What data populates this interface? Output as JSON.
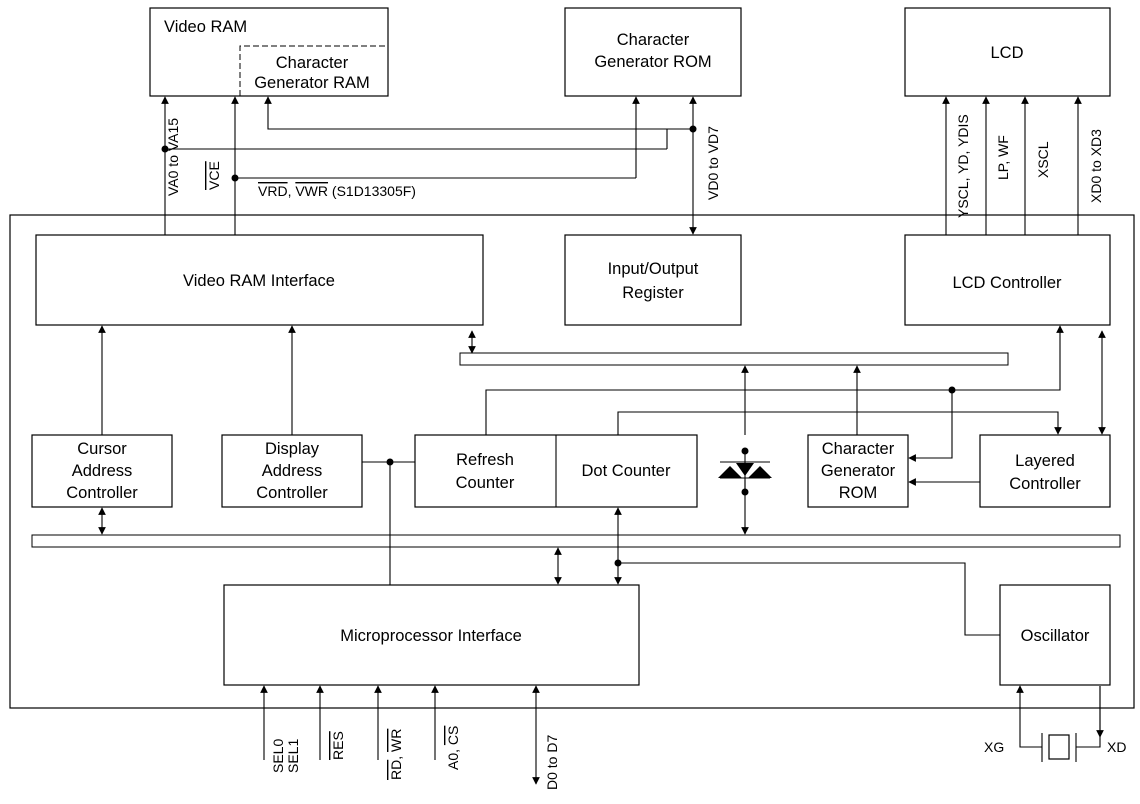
{
  "blocks": {
    "video_ram": "Video RAM",
    "cg_ram": [
      "Character",
      "Generator RAM"
    ],
    "cg_rom_ext": [
      "Character",
      "Generator ROM"
    ],
    "lcd": "LCD",
    "vram_interface": "Video RAM Interface",
    "io_register": [
      "Input/Output",
      "Register"
    ],
    "lcd_controller": "LCD Controller",
    "cursor_addr": [
      "Cursor",
      "Address",
      "Controller"
    ],
    "display_addr": [
      "Display",
      "Address",
      "Controller"
    ],
    "refresh_counter": [
      "Refresh",
      "Counter"
    ],
    "dot_counter": "Dot Counter",
    "cg_rom_int": [
      "Character",
      "Generator",
      "ROM"
    ],
    "layered": [
      "Layered",
      "Controller"
    ],
    "mpu_interface": "Microprocessor Interface",
    "oscillator": "Oscillator"
  },
  "signals": {
    "va": "VA0 to VA15",
    "vce": "VCE",
    "vrd_vwr": [
      "VRD",
      ", ",
      "VWR",
      " (S1D13305F)"
    ],
    "vd": "VD0 to VD7",
    "yscl": "YSCL, YD, YDIS",
    "lpwf": "LP, WF",
    "xscl": "XSCL",
    "xd03": "XD0 to XD3",
    "sel0": "SEL0",
    "sel1": "SEL1",
    "res": "RES",
    "rd": "RD",
    "comma": ", ",
    "wr": "WR",
    "a0": "A0, ",
    "cs": "CS",
    "d07": "D0 to D7",
    "xg": "XG",
    "xd": "XD"
  }
}
